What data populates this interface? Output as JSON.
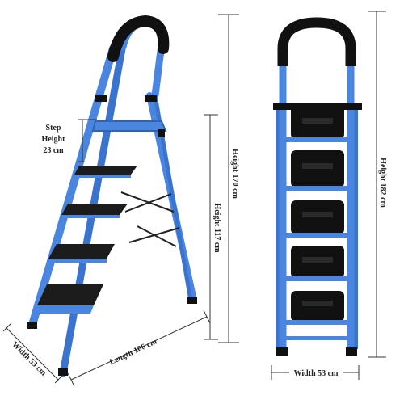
{
  "labels": {
    "step_height_line1": "Step",
    "step_height_line2": "Height",
    "step_height_line3": "23 cm",
    "height_170": "Height 170 cm",
    "height_117": "Height 117 cm",
    "height_182": "Height 182 cm",
    "width_side": "Width 53 cm",
    "length": "Length 106 cm",
    "width_front": "Width 53 cm"
  },
  "colors": {
    "frame": "#4a86e0",
    "frame_dark": "#2f63b8",
    "step": "#1c1c1c",
    "grip": "#111111",
    "dimension_line": "#333333"
  }
}
